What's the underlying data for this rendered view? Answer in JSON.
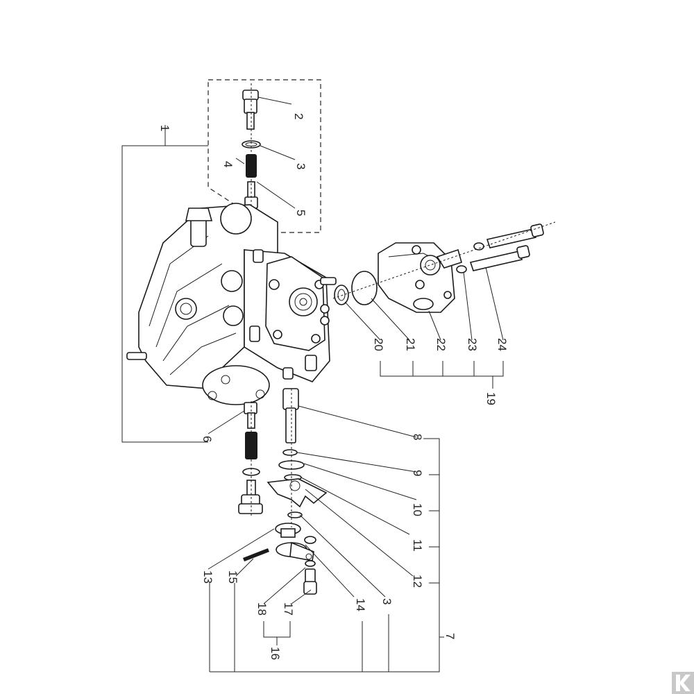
{
  "callouts": {
    "c1": "1",
    "c2": "2",
    "c3": "3",
    "c4": "4",
    "c5": "5",
    "c6": "6",
    "c7": "7",
    "c8": "8",
    "c9": "9",
    "c10": "10",
    "c11": "11",
    "c12": "12",
    "c13": "13",
    "c14": "14",
    "c3b": "3",
    "c15": "15",
    "c16": "16",
    "c17": "17",
    "c18": "18",
    "c19": "19",
    "c20": "20",
    "c21": "21",
    "c22": "22",
    "c23": "23",
    "c24": "24"
  },
  "logo": {
    "icon": "k-brand-icon",
    "color": "#c8c8c8"
  }
}
